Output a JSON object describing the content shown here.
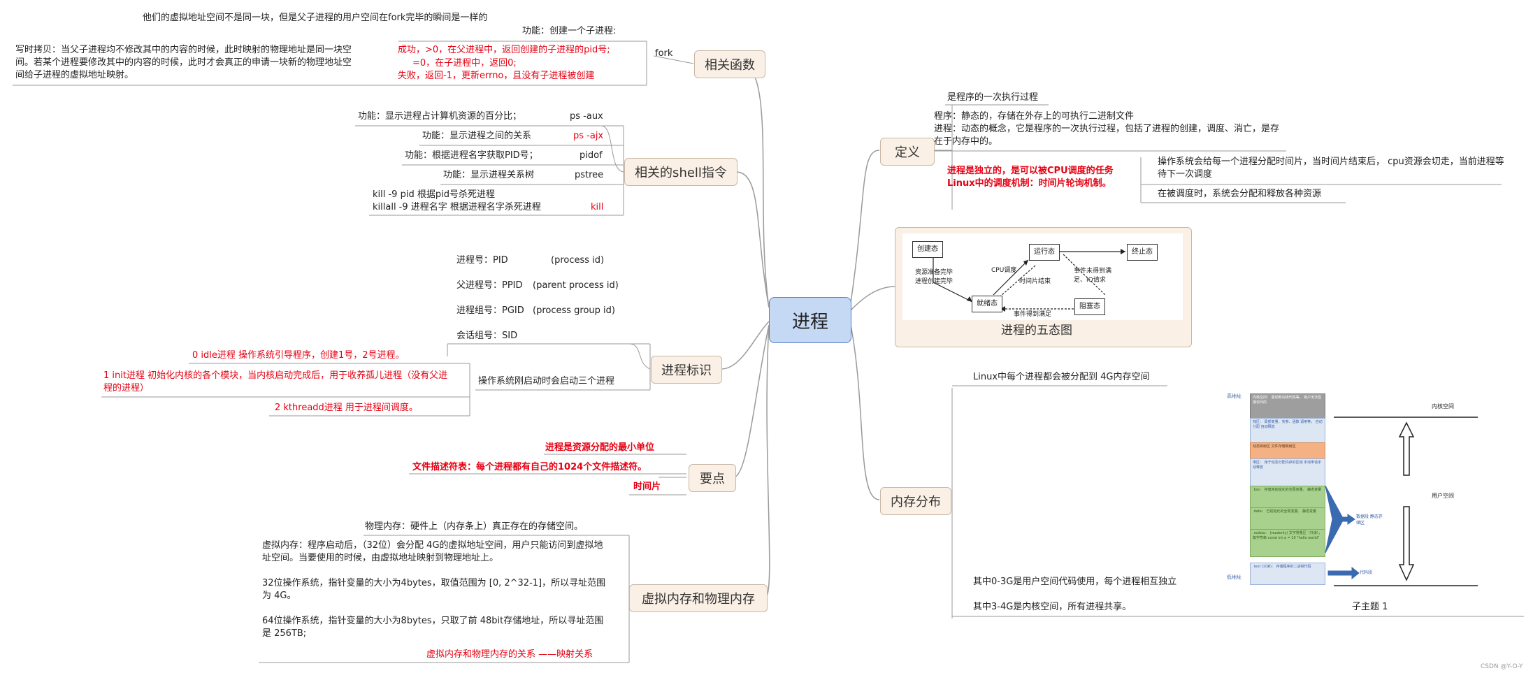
{
  "root": "进程",
  "related_funcs": {
    "label": "相关函数",
    "fork": "fork",
    "func_desc": "功能：创建一个子进程:",
    "note_top": "他们的虚拟地址空间不是同一块，但是父子进程的用户空间在fork完毕的瞬间是一样的",
    "copy_on_write": "写时拷贝：当父子进程均不修改其中的内容的时候，此时映射的物理地址是同一块空间。若某个进程要修改其中的内容的时候，此时才会真正的申请一块新的物理地址空间给子进程的虚拟地址映射。",
    "ret_1": "成功，>0，在父进程中，返回创建的子进程的pid号;",
    "ret_2": "=0，在子进程中，返回0;",
    "ret_3": "失败，返回-1，更新errno，且没有子进程被创建"
  },
  "shell": {
    "label": "相关的shell指令",
    "rows": [
      {
        "desc": "功能：显示进程占计算机资源的百分比；",
        "cmd": "ps  -aux"
      },
      {
        "desc": "功能：显示进程之间的关系",
        "cmd": "ps  -ajx"
      },
      {
        "desc": "功能：根据进程名字获取PID号；",
        "cmd": "pidof"
      },
      {
        "desc": "功能：显示进程关系树",
        "cmd": "pstree"
      }
    ],
    "kill_1": "kill -9  pid        根据pid号杀死进程",
    "kill_2": "killall -9  进程名字     根据进程名字杀死进程",
    "kill_cmd": "kill"
  },
  "ident": {
    "label": "进程标识",
    "items": [
      {
        "name": "进程号：PID",
        "en": "(process id)"
      },
      {
        "name": "父进程号：PPID",
        "en": "(parent process id)"
      },
      {
        "name": "进程组号：PGID",
        "en": "(process group id)"
      },
      {
        "name": "会话组号：SID",
        "en": ""
      }
    ],
    "boot": "操作系统刚启动时会启动三个进程",
    "p0": "0       idle进程         操作系统引导程序，创建1号，2号进程。",
    "p1": "1      init进程          初始化内核的各个模块，当内核启动完成后，用于收养孤儿进程（没有父进程的进程）",
    "p2": "2       kthreadd进程        用于进程间调度。"
  },
  "points": {
    "label": "要点",
    "a": "进程是资源分配的最小单位",
    "b": "文件描述符表：每个进程都有自己的1024个文件描述符。",
    "c": "时间片"
  },
  "vmem": {
    "label": "虚拟内存和物理内存",
    "physical": "物理内存：硬件上（内存条上）真正存在的存储空间。",
    "virtual": "虚拟内存：程序启动后，（32位）会分配 4G的虚拟地址空间，用户只能访问到虚拟地址空间。当要使用的时候，由虚拟地址映射到物理地址上。",
    "bit32": "32位操作系统，指针变量的大小为4bytes，取值范围为 [0, 2^32-1]，所以寻址范围为 4G。",
    "bit64": "64位操作系统，指针变量的大小为8bytes，只取了前 48bit存储地址，所以寻址范围是 256TB;",
    "relation": "虚拟内存和物理内存的关系 ——映射关系"
  },
  "definition": {
    "label": "定义",
    "a": "是程序的一次执行过程",
    "b1": "程序：静态的，存储在外存上的可执行二进制文件",
    "b2": "进程：动态的概念，它是程序的一次执行过程，包括了进程的创建，调度、消亡，是存在于内存中的。",
    "c1": "进程是独立的，是可以被CPU调度的任务",
    "c2": "Linux中的调度机制：时间片轮询机制。",
    "d": "操作系统会给每一个进程分配时间片，当时间片结束后，  cpu资源会切走，当前进程等待下一次调度",
    "e": "在被调度时，系统会分配和释放各种资源"
  },
  "five_state": {
    "label": "进程的五态图",
    "s_create": "创建态",
    "s_run": "运行态",
    "s_end": "终止态",
    "s_ready": "就绪态",
    "s_block": "阻塞态",
    "e_prepare": "资源准备完毕 进程创建完毕",
    "e_sched": "CPU调度",
    "e_slice": "时间片结束",
    "e_wait": "事件未得到满足、IO请求",
    "e_satisfy": "事件得到满足"
  },
  "memory": {
    "label": "内存分布",
    "a": "Linux中每个进程都会被分配到 4G内存空间",
    "b": "其中0-3G是用户空间代码使用，每个进程相互独立",
    "c": "其中3-4G是内核空间，所有进程共享。",
    "sub": "子主题 1",
    "img": {
      "high": "高地址",
      "low": "低地址",
      "kernel": "内核空间",
      "user": "用户空间",
      "data_seg": "数据段 静态存储区",
      "code_seg": "代码段",
      "blocks": [
        "内核空间： 驱动和内核代码等， 用户无法直接访问的",
        "栈区： 局部变量、实参、函数 调用等， 自动分配 自动释放",
        "动态映射区 文件存储映射区",
        "堆区： 用于动态分配内存的区域 手动申请手动释放",
        ".bss： 存储未初始化的全局变量、 静态变量",
        ".data： 已初始化的全局变量、 静态变量",
        ".rodata： (readonly) 文字常量区（只读），如字符串 const int a = 10 \"hello world\"",
        ".text (只读)： 存储程序的二进制代码"
      ]
    }
  },
  "watermark": "CSDN @Y-O-Y",
  "colors": {
    "red": "#e60012",
    "node_bg": "#faf0e6",
    "root_bg": "#c5d9f5",
    "line": "#999999"
  }
}
